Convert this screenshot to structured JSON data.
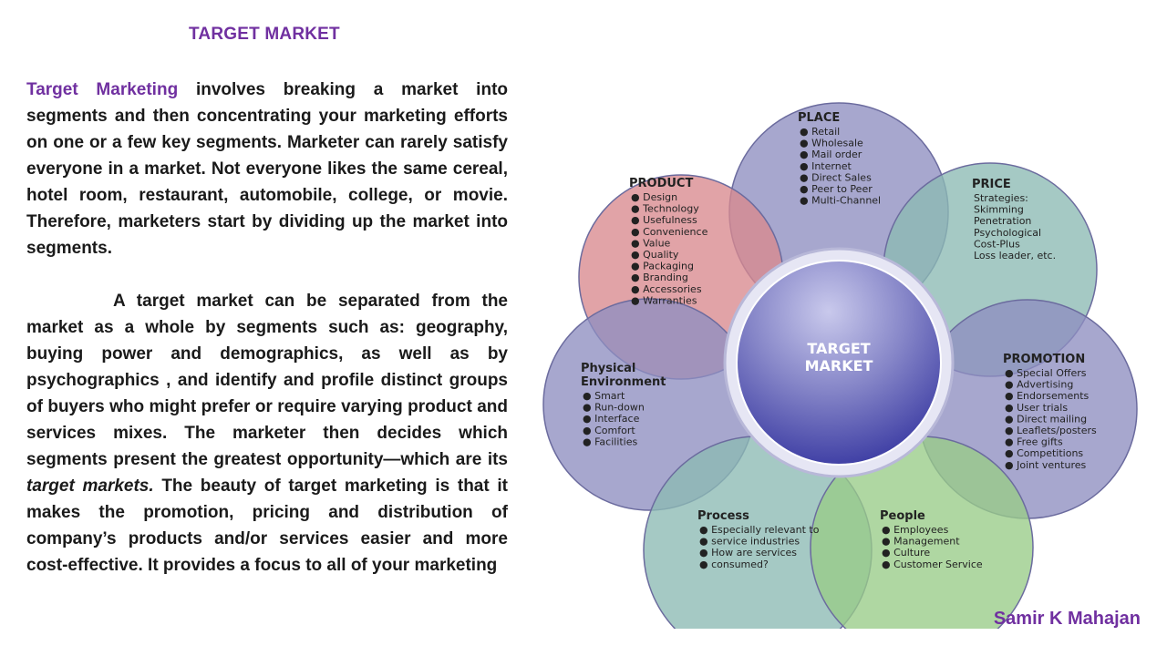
{
  "title": "TARGET MARKET",
  "paragraph1": {
    "highlight": "Target Marketing",
    "rest": " involves breaking a market into segments and then concentrating your marketing efforts on one or a few key segments. Marketer can rarely satisfy everyone in a market. Not everyone likes the same cereal, hotel room, restaurant, automobile, college, or movie. Therefore, marketers start by dividing up the market into segments."
  },
  "paragraph2": {
    "part1": "A target market can be separated from the market as a whole by segments such as:  geography, buying power and demographics, as well as by psychographics , and  identify and profile distinct groups of buyers who might prefer or require varying product and services mixes.   The marketer then decides which segments present the greatest opportunity—which are its ",
    "italic": "target markets.",
    "part2": " The beauty of target marketing is that it makes the promotion, pricing and distribution of company’s products and/or services easier and more cost-effective. It provides a focus to all of your marketing"
  },
  "author": "Samir K Mahajan",
  "diagram": {
    "center": [
      "TARGET",
      "MARKET"
    ],
    "petals": {
      "place": {
        "heading": "PLACE",
        "bullet": "●",
        "items": [
          "Retail",
          "Wholesale",
          "Mail order",
          "Internet",
          "Direct Sales",
          "Peer to Peer",
          "Multi-Channel"
        ]
      },
      "price": {
        "heading": "PRICE",
        "bullet": "",
        "items": [
          "Strategies:",
          "Skimming",
          "Penetration",
          "Psychological",
          "Cost-Plus",
          "Loss leader, etc."
        ]
      },
      "product": {
        "heading": "PRODUCT",
        "bullet": "●",
        "items": [
          "Design",
          "Technology",
          "Usefulness",
          "Convenience",
          "Value",
          "Quality",
          "Packaging",
          "Branding",
          "Accessories",
          "Warranties"
        ]
      },
      "promotion": {
        "heading": "PROMOTION",
        "bullet": "●",
        "items": [
          "Special Offers",
          "Advertising",
          "Endorsements",
          "User trials",
          "Direct mailing",
          "Leaflets/posters",
          "Free gifts",
          "Competitions",
          "Joint ventures"
        ]
      },
      "physical": {
        "heading": [
          "Physical",
          "Environment"
        ],
        "bullet": "●",
        "items": [
          "Smart",
          "Run-down",
          "Interface",
          "Comfort",
          "Facilities"
        ]
      },
      "process": {
        "heading": "Process",
        "bullet": "●",
        "items": [
          "Especially relevant to",
          "service industries",
          "How are services",
          "consumed?"
        ]
      },
      "people": {
        "heading": "People",
        "bullet": "●",
        "items": [
          "Employees",
          "Management",
          "Culture",
          "Customer Service"
        ]
      }
    },
    "colors": {
      "place": "#8e8ec0",
      "price": "#8cbab3",
      "product": "#d8898e",
      "promotion": "#8e8ec0",
      "physical": "#8e8ec0",
      "process": "#8cbab3",
      "people": "#98cc88",
      "stroke": "#6b6b9e",
      "center_top": "#c9c9ec",
      "center_bottom": "#2e2e9c"
    }
  }
}
